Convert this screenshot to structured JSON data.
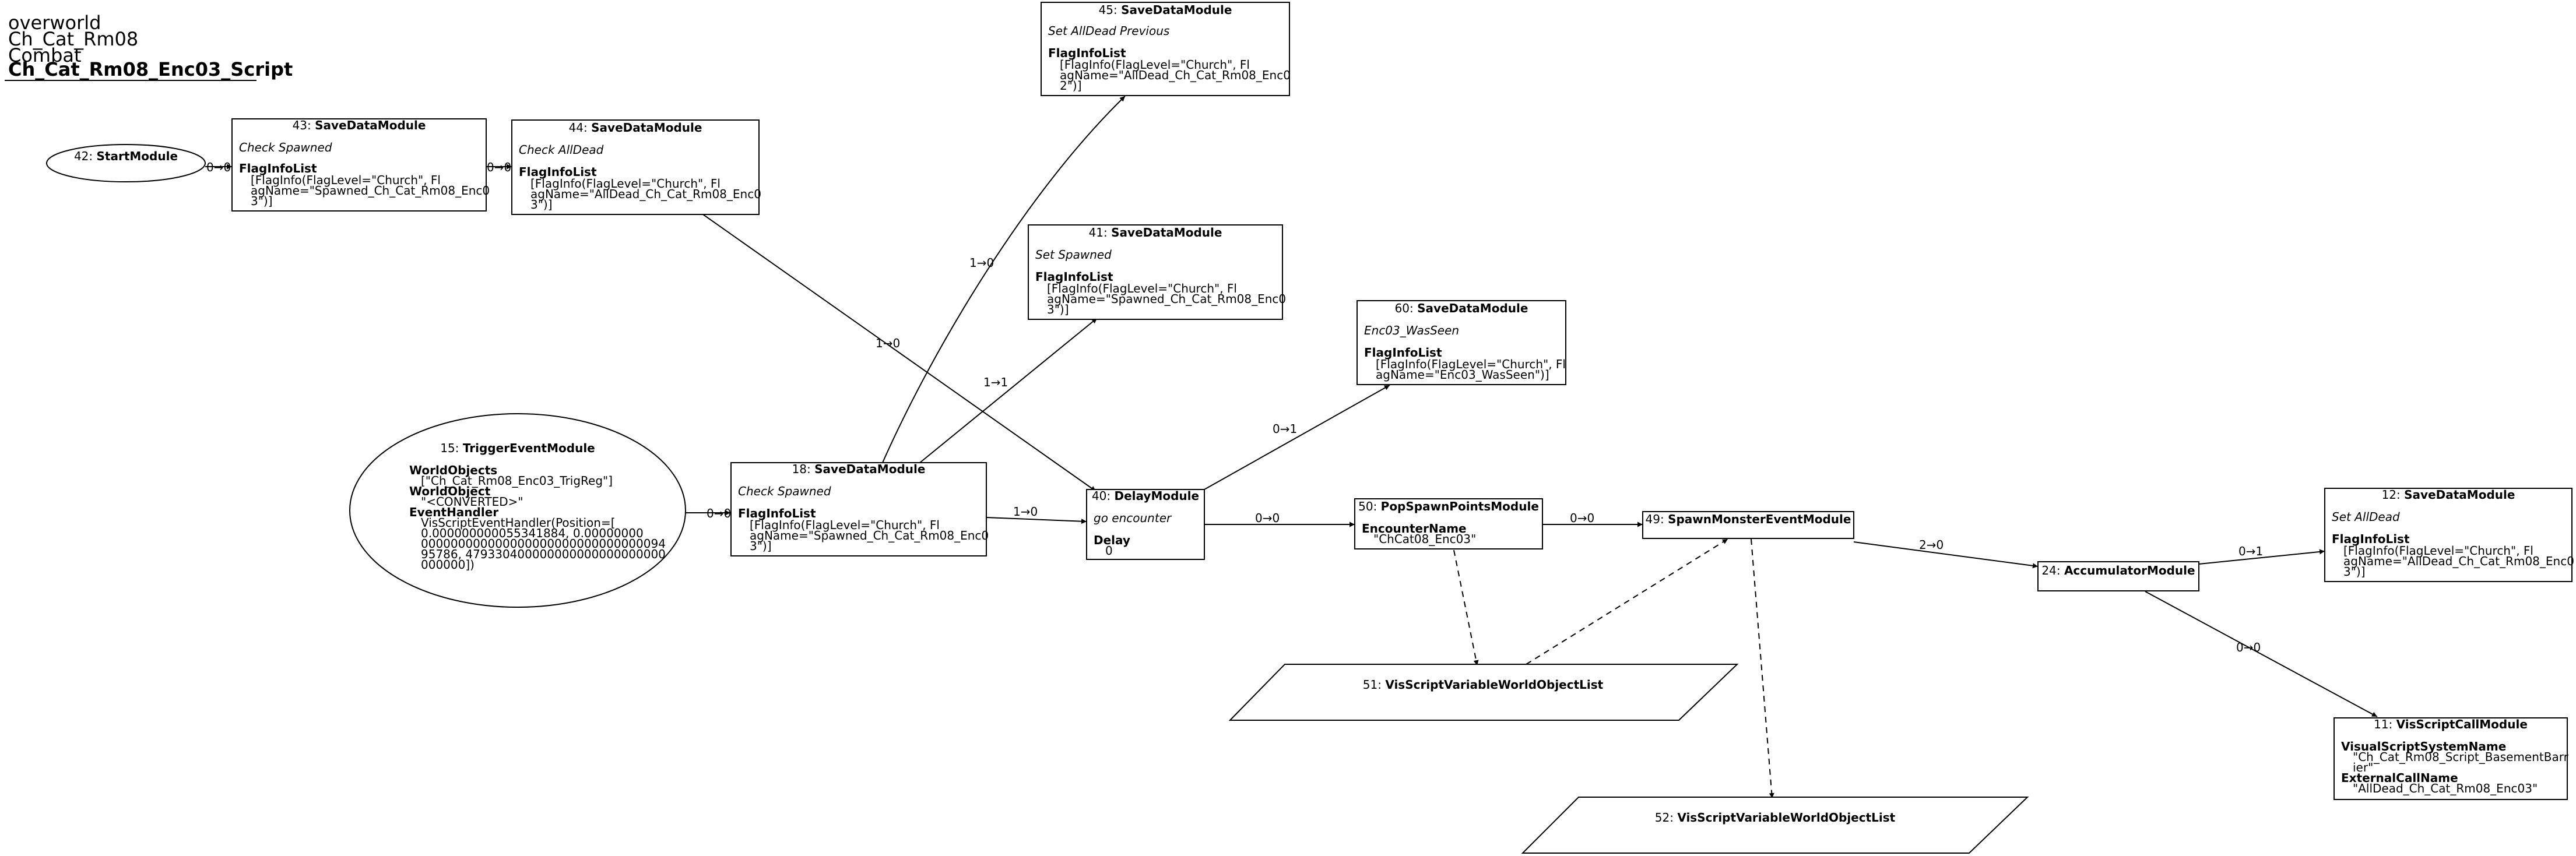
{
  "title": {
    "lines": [
      "overworld",
      "Ch_Cat_Rm08",
      "Combat"
    ],
    "script_name": "Ch_Cat_Rm08_Enc03_Script"
  },
  "nodes": {
    "n42": {
      "id": "42",
      "type": "StartModule"
    },
    "n43": {
      "id": "43",
      "type": "SaveDataModule",
      "comment": "Check Spawned",
      "field": "FlagInfoList",
      "values": [
        "[FlagInfo(FlagLevel=\"Church\", Fl",
        "agName=\"Spawned_Ch_Cat_Rm08_Enc0",
        "3\")]"
      ]
    },
    "n44": {
      "id": "44",
      "type": "SaveDataModule",
      "comment": "Check AllDead",
      "field": "FlagInfoList",
      "values": [
        "[FlagInfo(FlagLevel=\"Church\", Fl",
        "agName=\"AllDead_Ch_Cat_Rm08_Enc0",
        "3\")]"
      ]
    },
    "n45": {
      "id": "45",
      "type": "SaveDataModule",
      "comment": "Set AllDead Previous",
      "field": "FlagInfoList",
      "values": [
        "[FlagInfo(FlagLevel=\"Church\", Fl",
        "agName=\"AllDead_Ch_Cat_Rm08_Enc0",
        "2\")]"
      ]
    },
    "n41": {
      "id": "41",
      "type": "SaveDataModule",
      "comment": "Set Spawned",
      "field": "FlagInfoList",
      "values": [
        "[FlagInfo(FlagLevel=\"Church\", Fl",
        "agName=\"Spawned_Ch_Cat_Rm08_Enc0",
        "3\")]"
      ]
    },
    "n60": {
      "id": "60",
      "type": "SaveDataModule",
      "comment": "Enc03_WasSeen",
      "field": "FlagInfoList",
      "values": [
        "[FlagInfo(FlagLevel=\"Church\", Fl",
        "agName=\"Enc03_WasSeen\")]"
      ]
    },
    "n15": {
      "id": "15",
      "type": "TriggerEventModule",
      "lines": [
        {
          "text": "WorldObjects",
          "bold": true
        },
        {
          "text": "[\"Ch_Cat_Rm08_Enc03_TrigReg\"]",
          "bold": false
        },
        {
          "text": "WorldObject",
          "bold": true
        },
        {
          "text": "\"<CONVERTED>\"",
          "bold": false
        },
        {
          "text": "EventHandler",
          "bold": true
        },
        {
          "text": "VisScriptEventHandler(Position=[",
          "bold": false
        },
        {
          "text": "0.000000000055341884, 0.00000000",
          "bold": false
        },
        {
          "text": "000000000000000000000000000000094",
          "bold": false
        },
        {
          "text": "95786, 479330400000000000000000000",
          "bold": false
        },
        {
          "text": "000000])",
          "bold": false
        }
      ]
    },
    "n18": {
      "id": "18",
      "type": "SaveDataModule",
      "comment": "Check Spawned",
      "field": "FlagInfoList",
      "values": [
        "[FlagInfo(FlagLevel=\"Church\", Fl",
        "agName=\"Spawned_Ch_Cat_Rm08_Enc0",
        "3\")]"
      ]
    },
    "n40": {
      "id": "40",
      "type": "DelayModule",
      "comment": "go encounter",
      "field": "Delay",
      "values": [
        "0"
      ]
    },
    "n50": {
      "id": "50",
      "type": "PopSpawnPointsModule",
      "field": "EncounterName",
      "values": [
        "\"ChCat08_Enc03\""
      ]
    },
    "n49": {
      "id": "49",
      "type": "SpawnMonsterEventModule"
    },
    "n24": {
      "id": "24",
      "type": "AccumulatorModule"
    },
    "n12": {
      "id": "12",
      "type": "SaveDataModule",
      "comment": "Set AllDead",
      "field": "FlagInfoList",
      "values": [
        "[FlagInfo(FlagLevel=\"Church\", Fl",
        "agName=\"AllDead_Ch_Cat_Rm08_Enc0",
        "3\")]"
      ]
    },
    "n11": {
      "id": "11",
      "type": "VisScriptCallModule",
      "lines": [
        {
          "text": "VisualScriptSystemName",
          "bold": true
        },
        {
          "text": "\"Ch_Cat_Rm08_Script_BasementBarr",
          "bold": false
        },
        {
          "text": "ier\"",
          "bold": false
        },
        {
          "text": "ExternalCallName",
          "bold": true
        },
        {
          "text": "\"AllDead_Ch_Cat_Rm08_Enc03\"",
          "bold": false
        }
      ]
    },
    "n51": {
      "id": "51",
      "type": "VisScriptVariableWorldObjectList"
    },
    "n52": {
      "id": "52",
      "type": "VisScriptVariableWorldObjectList"
    }
  },
  "edges": [
    {
      "from": "42",
      "to": "43",
      "label": "0→0"
    },
    {
      "from": "43",
      "to": "44",
      "label": "0→0"
    },
    {
      "from": "44",
      "to": "40",
      "label": "1→0"
    },
    {
      "from": "15",
      "to": "18",
      "label": "0→0"
    },
    {
      "from": "18",
      "to": "45",
      "label": "1→0"
    },
    {
      "from": "18",
      "to": "41",
      "label": "1→1"
    },
    {
      "from": "18",
      "to": "40",
      "label": "1→0"
    },
    {
      "from": "40",
      "to": "60",
      "label": "0→1"
    },
    {
      "from": "40",
      "to": "50",
      "label": "0→0"
    },
    {
      "from": "50",
      "to": "49",
      "label": "0→0"
    },
    {
      "from": "49",
      "to": "24",
      "label": "2→0"
    },
    {
      "from": "24",
      "to": "12",
      "label": "0→1"
    },
    {
      "from": "24",
      "to": "11",
      "label": "0→0"
    },
    {
      "from": "50",
      "to": "51",
      "label": ""
    },
    {
      "from": "51",
      "to": "49",
      "label": ""
    },
    {
      "from": "49",
      "to": "52",
      "label": ""
    }
  ]
}
